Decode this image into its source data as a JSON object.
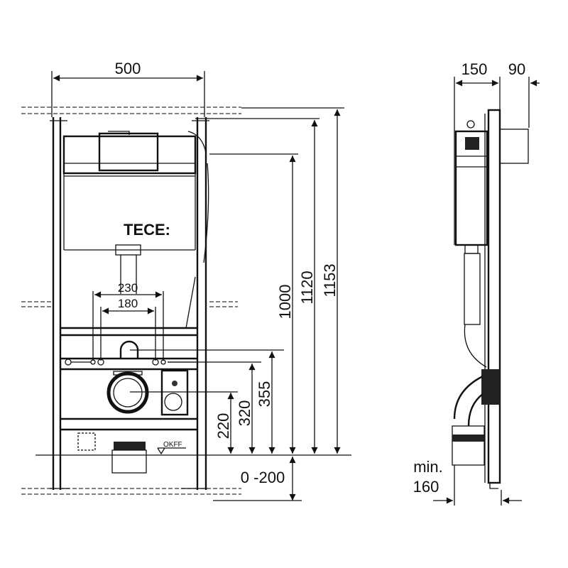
{
  "front_view": {
    "width_label": "500",
    "logo_text": "TECE:",
    "dim_230": "230",
    "dim_180": "180",
    "dim_220": "220",
    "dim_320": "320",
    "dim_355": "355",
    "dim_1000": "1000",
    "dim_1120": "1120",
    "dim_1153": "1153",
    "dim_floor": "0 -200",
    "floor_mark": "OKFF"
  },
  "side_view": {
    "dim_150": "150",
    "dim_90": "90",
    "min_label": "min.",
    "min_value": "160"
  }
}
